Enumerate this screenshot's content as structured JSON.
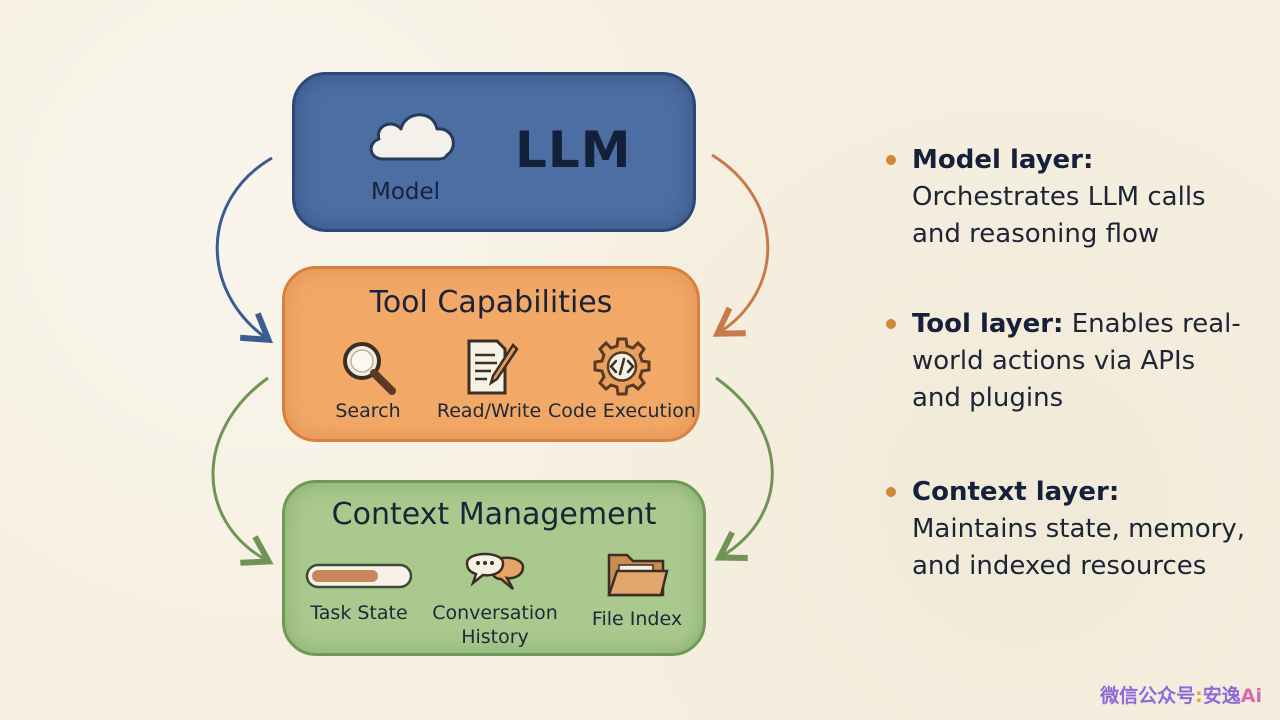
{
  "colors": {
    "model_blue": "#4d6ea3",
    "tool_orange": "#f2a867",
    "context_green": "#a9c98e",
    "bullet": "#d3873a",
    "watermark": "#8d6ad9"
  },
  "diagram": {
    "model_box": {
      "title": "LLM",
      "icon": "cloud-icon",
      "label": "Model"
    },
    "tool_box": {
      "title": "Tool Capabilities",
      "items": [
        {
          "label": "Search",
          "icon": "magnifier-icon"
        },
        {
          "label": "Read/Write",
          "icon": "document-pen-icon"
        },
        {
          "label": "Code Execution",
          "icon": "code-gear-icon"
        }
      ]
    },
    "context_box": {
      "title": "Context Management",
      "items": [
        {
          "label": "Task State",
          "icon": "progress-bar-icon"
        },
        {
          "label": "Conversation History",
          "icon": "chat-bubbles-icon"
        },
        {
          "label": "File Index",
          "icon": "folder-icon"
        }
      ]
    }
  },
  "legend": [
    {
      "heading": "Model layer:",
      "text": "Orchestrates LLM calls and reasoning flow"
    },
    {
      "heading": "Tool layer:",
      "text": "Enables real-world actions via APIs and plugins"
    },
    {
      "heading": "Context layer:",
      "text": "Maintains state, memory, and indexed resources"
    }
  ],
  "watermark": {
    "prefix": "微信公众号",
    "colon": ":",
    "name": "安逸",
    "suffix": "Ai"
  }
}
